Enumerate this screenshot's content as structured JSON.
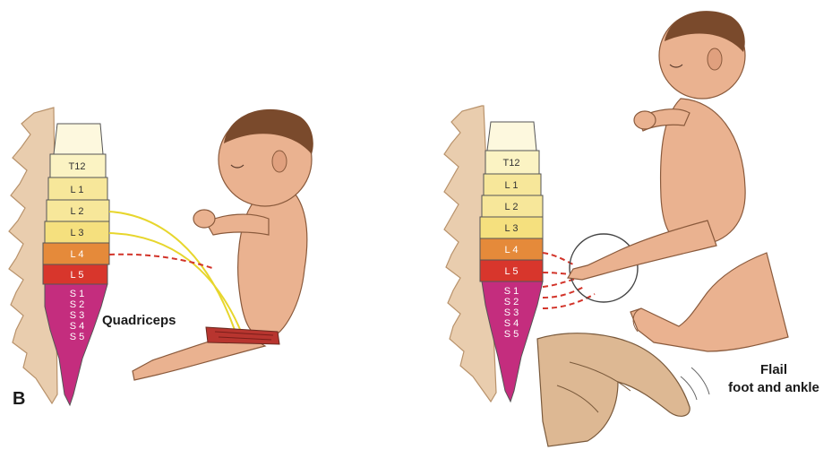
{
  "panel_letter": "B",
  "left_panel": {
    "segments": [
      "T12",
      "L 1",
      "L 2",
      "L 3",
      "L 4",
      "L 5",
      "S 1",
      "S 2",
      "S 3",
      "S 4",
      "S 5"
    ],
    "muscle_label": "Quadriceps"
  },
  "right_panel": {
    "segments": [
      "T12",
      "L 1",
      "L 2",
      "L 3",
      "L 4",
      "L 5",
      "S 1",
      "S 2",
      "S 3",
      "S 4",
      "S 5"
    ],
    "caption_line1": "Flail",
    "caption_line2": "foot and ankle"
  },
  "colors": {
    "thoracic": "#fbf3c3",
    "lumbar_upper": "#f7e79a",
    "lumbar_4": "#e58a3a",
    "lumbar_5": "#d8362c",
    "sacral": "#c42d7e",
    "bone": "#e9cdae",
    "skin": "#eab290",
    "nerve_yellow": "#e7d62d",
    "nerve_red": "#d2342a"
  }
}
